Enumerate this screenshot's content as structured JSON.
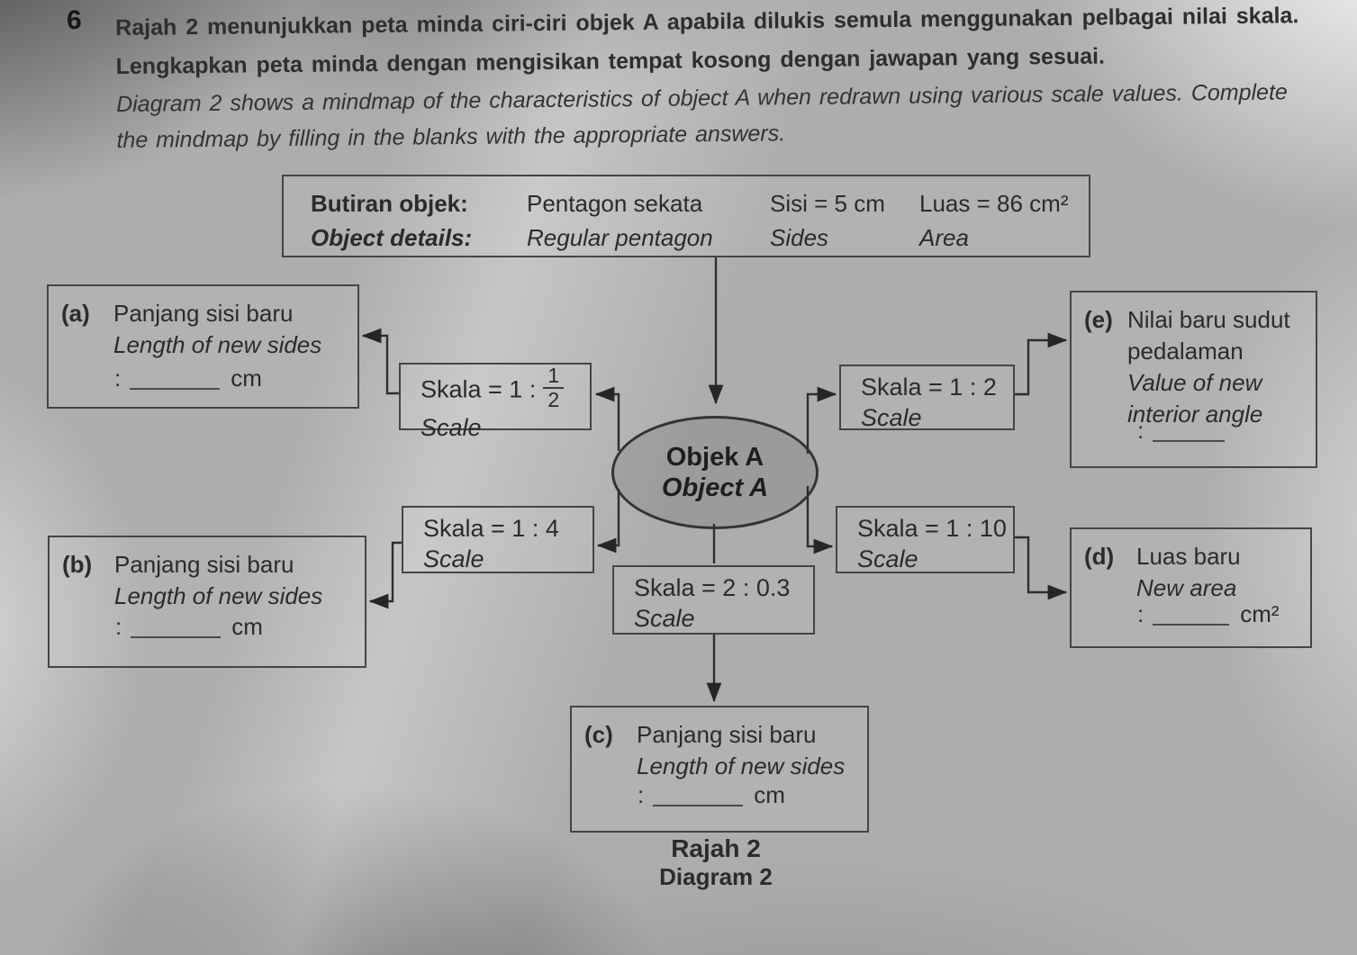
{
  "colors": {
    "ink": "#2b2b2b",
    "paper": "#adadad"
  },
  "intro": {
    "number": "6",
    "malay_1": "Rajah 2 menunjukkan peta minda ciri-ciri objek A apabila dilukis semula menggunakan pelbagai nilai skala.",
    "malay_2": "Lengkapkan peta minda dengan mengisikan tempat kosong dengan jawapan yang sesuai.",
    "english_1": "Diagram 2 shows a mindmap of the characteristics of object A when redrawn using various scale values. Complete",
    "english_2": "the mindmap by filling in the blanks with the appropriate answers."
  },
  "details": {
    "label_my": "Butiran objek:",
    "label_en": "Object details:",
    "shape_my": "Pentagon sekata",
    "shape_en": "Regular pentagon",
    "sides_my": "Sisi = 5 cm",
    "sides_en": "Sides",
    "area_my": "Luas = 86 cm²",
    "area_en": "Area"
  },
  "object": {
    "my": "Objek A",
    "en": "Object A"
  },
  "scales": {
    "half": {
      "prefix": "Skala = 1 :",
      "num": "1",
      "den": "2",
      "en": "Scale"
    },
    "two": {
      "my": "Skala = 1 : 2",
      "en": "Scale"
    },
    "four": {
      "my": "Skala = 1 : 4",
      "en": "Scale"
    },
    "ten": {
      "my": "Skala = 1 : 10",
      "en": "Scale"
    },
    "two_oh_three": {
      "my": "Skala = 2 : 0.3",
      "en": "Scale"
    }
  },
  "answers": {
    "a": {
      "tag": "(a)",
      "my": "Panjang sisi baru",
      "en": "Length of new sides",
      "colon": ":",
      "unit": "cm"
    },
    "b": {
      "tag": "(b)",
      "my": "Panjang sisi baru",
      "en": "Length of new sides",
      "colon": ":",
      "unit": "cm"
    },
    "c": {
      "tag": "(c)",
      "my": "Panjang sisi baru",
      "en": "Length of new sides",
      "colon": ":",
      "unit": "cm"
    },
    "d": {
      "tag": "(d)",
      "my": "Luas baru",
      "en": "New area",
      "colon": ":",
      "unit": "cm²"
    },
    "e": {
      "tag": "(e)",
      "my_1": "Nilai baru sudut",
      "my_2": "pedalaman",
      "en_1": "Value of new",
      "en_2": "interior angle",
      "colon": ":",
      "unit": ""
    }
  },
  "caption": {
    "my": "Rajah 2",
    "en": "Diagram 2"
  }
}
